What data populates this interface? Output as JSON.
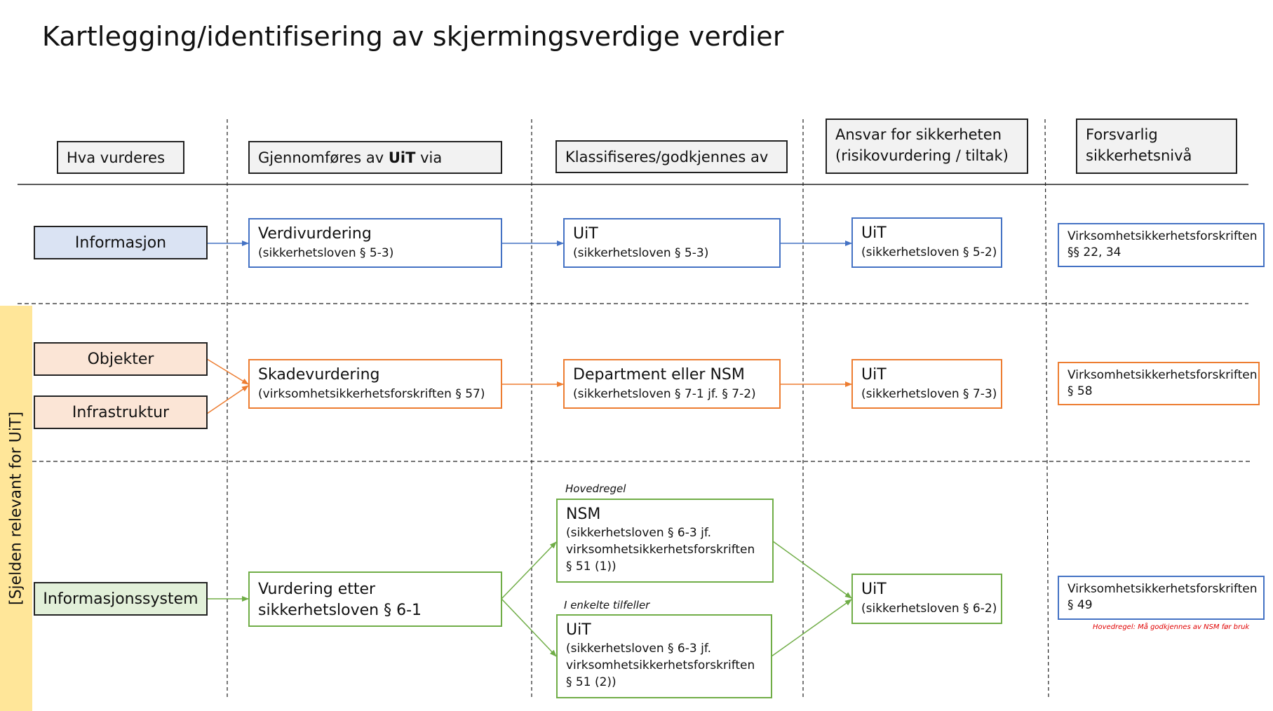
{
  "title": "Kartlegging/identifisering av skjermingsverdige verdier",
  "side_label": "[Sjelden relevant for UiT]",
  "headers": {
    "col1": "Hva vurderes",
    "col2_pre": "Gjennomføres av ",
    "col2_bold": "UiT",
    "col2_post": " via",
    "col3": "Klassifiseres/godkjennes av",
    "col4_line1": "Ansvar for sikkerheten",
    "col4_line2": "(risikovurdering / tiltak)",
    "col5_line1": "Forsvarlig",
    "col5_line2": "sikkerhetsnivå"
  },
  "rows": {
    "info": {
      "source": "Informasjon",
      "assess_main": "Verdivurdering",
      "assess_sub": "(sikkerhetsloven § 5-3)",
      "class_main": "UiT",
      "class_sub": "(sikkerhetsloven § 5-3)",
      "resp_main": "UiT",
      "resp_sub": "(sikkerhetsloven § 5-2)",
      "level_line1": "Virksomhetsikkerhetsforskriften",
      "level_line2": "§§ 22, 34"
    },
    "objects": {
      "source1": "Objekter",
      "source2": "Infrastruktur",
      "assess_main": "Skadevurdering",
      "assess_sub": "(virksomhetsikkerhetsforskriften § 57)",
      "class_main": "Department eller NSM",
      "class_sub": "(sikkerhetsloven § 7-1 jf. § 7-2)",
      "resp_main": "UiT",
      "resp_sub": "(sikkerhetsloven § 7-3)",
      "level_line1": "Virksomhetsikkerhetsforskriften",
      "level_line2": "§ 58"
    },
    "system": {
      "source": "Informasjonssystem",
      "assess_line1": "Vurdering etter",
      "assess_line2": "sikkerhetsloven § 6-1",
      "main_rule_label": "Hovedregel",
      "nsm_main": "NSM",
      "nsm_sub1": "(sikkerhetsloven § 6-3 jf.",
      "nsm_sub2": "virksomhetsikkerhetsforskriften",
      "nsm_sub3": "§ 51 (1))",
      "exception_label": "I enkelte tilfeller",
      "uit_main": "UiT",
      "uit_sub1": "(sikkerhetsloven § 6-3 jf.",
      "uit_sub2": "virksomhetsikkerhetsforskriften",
      "uit_sub3": "§ 51 (2))",
      "resp_main": "UiT",
      "resp_sub": "(sikkerhetsloven § 6-2)",
      "level_line1": "Virksomhetsikkerhetsforskriften",
      "level_line2": "§ 49",
      "level_note": "Hovedregel: Må godkjennes av NSM før bruk"
    }
  },
  "colors": {
    "blue": "#4472c4",
    "blue_fill": "#dae3f3",
    "orange": "#ed7d31",
    "orange_fill": "#fbe5d6",
    "green": "#70ad47",
    "green_fill": "#e2f0d9",
    "side_fill": "#ffe699",
    "note_red": "#e00000"
  }
}
